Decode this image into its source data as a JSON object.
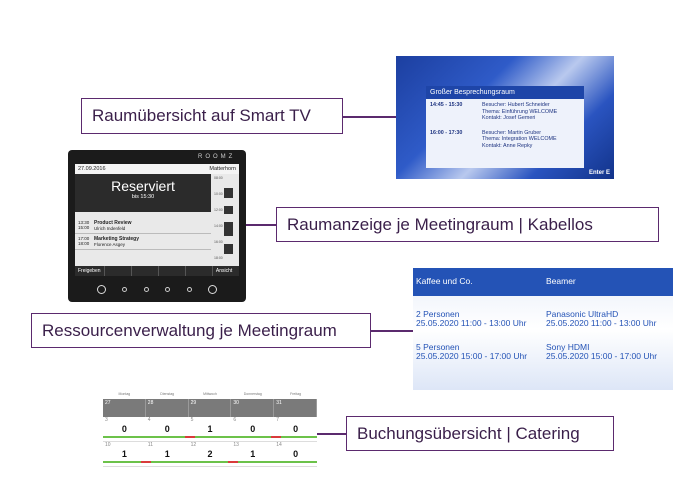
{
  "labels": {
    "smart_tv": "Raumübersicht auf Smart TV",
    "room_panel": "Raumanzeige je Meetingraum | Kabellos",
    "resources": "Ressourcenverwaltung je Meetingraum",
    "booking": "Buchungsübersicht | Catering"
  },
  "tv": {
    "room": "Großer Besprechungsraum",
    "slots": [
      {
        "time": "14:45 - 15:30",
        "lines": [
          "Besucher: Hubert Schneider",
          "Thema: Einführung WELCOME",
          "Kontakt: Josef Gemeri"
        ]
      },
      {
        "time": "16:00 - 17:30",
        "lines": [
          "Besucher: Martin Gruber",
          "Thema: Integration WELCOME",
          "Kontakt: Anne Repky"
        ]
      }
    ],
    "logo": "Enter E"
  },
  "panel": {
    "brand": "ROOMZ",
    "date": "27.09.2016",
    "room": "Matterhorn",
    "status": "Reserviert",
    "until": "bis 15:30",
    "items": [
      {
        "time": "13:30",
        "end": "15:00",
        "title": "Product Review",
        "person": "Ulrich Indenfeld"
      },
      {
        "time": "17:00",
        "end": "18:00",
        "title": "Marketing Strategy",
        "person": "Florence Asgey"
      }
    ],
    "ticks": [
      "08:00",
      "10:00",
      "12:00",
      "14:00",
      "16:00",
      "18:00"
    ],
    "buttons": [
      "Freigeben",
      "",
      "",
      "",
      "",
      "Ansicht"
    ]
  },
  "resources": {
    "headers": [
      "Kaffee und Co.",
      "Beamer"
    ],
    "columns": [
      [
        {
          "line1": "2 Personen",
          "line2": "25.05.2020  11:00 - 13:00 Uhr"
        },
        {
          "line1": "5 Personen",
          "line2": "25.05.2020  15:00 - 17:00 Uhr"
        }
      ],
      [
        {
          "line1": "Panasonic UltraHD",
          "line2": "25.05.2020  11:00 - 13:00 Uhr"
        },
        {
          "line1": "Sony HDMI",
          "line2": "25.05.2020  15:00 - 17:00 Uhr"
        }
      ]
    ]
  },
  "calendar": {
    "weekdays": [
      "Montag",
      "Dienstag",
      "Mittwoch",
      "Donnerstag",
      "Freitag"
    ],
    "dates": [
      "27",
      "28",
      "29",
      "30",
      "31"
    ],
    "weeks": [
      {
        "dates": [
          "3",
          "4",
          "5",
          "6",
          "7"
        ],
        "counts": [
          "0",
          "0",
          "1",
          "0",
          "0"
        ]
      },
      {
        "dates": [
          "10",
          "11",
          "12",
          "13",
          "14"
        ],
        "counts": [
          "1",
          "1",
          "2",
          "1",
          "0"
        ]
      }
    ]
  },
  "colors": {
    "accent": "#5b2a6e",
    "blue": "#2453b6",
    "green": "#6cc24a",
    "red": "#d93b3b"
  }
}
